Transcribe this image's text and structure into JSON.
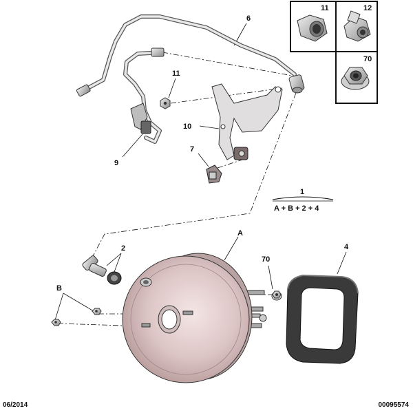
{
  "labels": {
    "l6": "6",
    "l11": "11",
    "l10": "10",
    "l7": "7",
    "l9": "9",
    "l1": "1",
    "formula": "A + B + 2 + 4",
    "l2": "2",
    "lA": "A",
    "l70": "70",
    "l4": "4",
    "lB": "B",
    "box11": "11",
    "box12": "12",
    "box70": "70"
  },
  "footer": {
    "date": "06/2014",
    "reference": "00095574"
  }
}
